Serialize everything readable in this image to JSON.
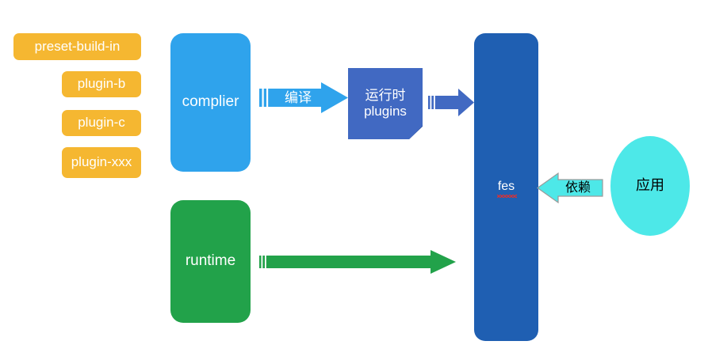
{
  "diagram": {
    "title": "fes architecture flow",
    "colors": {
      "orange": "#F5B731",
      "light_blue": "#2FA3EC",
      "mid_blue": "#4169C2",
      "dark_blue": "#1F5FB2",
      "green": "#22A24A",
      "cyan": "#4DE8E8",
      "white": "#FFFFFF",
      "black": "#000000",
      "spellcheck_red": "#E03030",
      "background": "#FFFFFF"
    },
    "plugins": [
      {
        "label": "preset-build-in"
      },
      {
        "label": "plugin-b"
      },
      {
        "label": "plugin-c"
      },
      {
        "label": "plugin-xxx"
      }
    ],
    "nodes": {
      "complier": "complier",
      "runtime": "runtime",
      "runtime_plugins_line1": "运行时",
      "runtime_plugins_line2": "plugins",
      "fes": "fes",
      "app": "应用"
    },
    "arrows": {
      "compile": "编译",
      "plugins_to_fes": "",
      "runtime_to_fes": "",
      "depend": "依赖"
    }
  }
}
